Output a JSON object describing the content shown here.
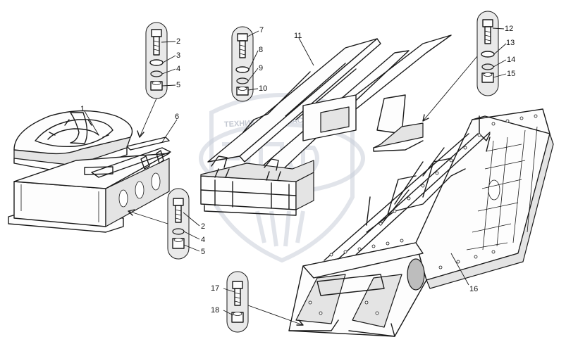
{
  "watermark": {
    "text": "ТЕХНИКА И ЗАПЧАСТИ",
    "letters": "ЭПФ"
  },
  "callouts": [
    {
      "n": "1"
    },
    {
      "n": "2"
    },
    {
      "n": "3"
    },
    {
      "n": "4"
    },
    {
      "n": "5"
    },
    {
      "n": "6"
    },
    {
      "n": "7"
    },
    {
      "n": "8"
    },
    {
      "n": "9"
    },
    {
      "n": "10"
    },
    {
      "n": "11"
    },
    {
      "n": "12"
    },
    {
      "n": "13"
    },
    {
      "n": "14"
    },
    {
      "n": "15"
    },
    {
      "n": "2"
    },
    {
      "n": "4"
    },
    {
      "n": "5"
    },
    {
      "n": "16"
    },
    {
      "n": "17"
    },
    {
      "n": "18"
    }
  ],
  "fastener_groups": [
    {
      "items": [
        "bolt-icon",
        "washer-icon",
        "spring-washer-icon",
        "nut-icon"
      ]
    },
    {
      "items": [
        "bolt-icon",
        "washer-icon",
        "spring-washer-icon",
        "nut-icon"
      ]
    },
    {
      "items": [
        "bolt-icon",
        "washer-icon",
        "spring-washer-icon",
        "nut-icon"
      ]
    },
    {
      "items": [
        "bolt-icon",
        "spring-washer-icon",
        "nut-icon"
      ]
    },
    {
      "items": [
        "bolt-icon",
        "nut-icon"
      ]
    }
  ]
}
